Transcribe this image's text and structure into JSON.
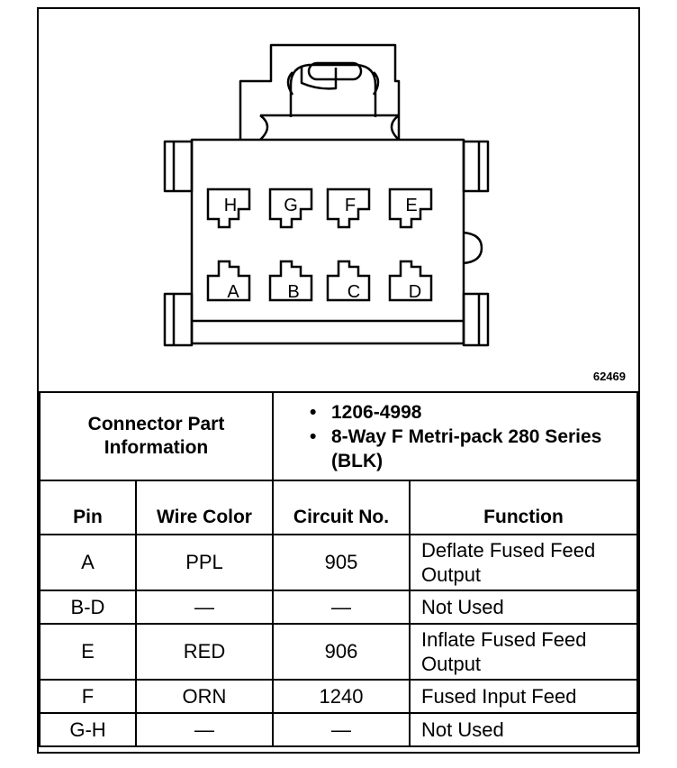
{
  "figure": {
    "figure_number": "62469",
    "pins_top_row": [
      "H",
      "G",
      "F",
      "E"
    ],
    "pins_bottom_row": [
      "A",
      "B",
      "C",
      "D"
    ]
  },
  "connector_info": {
    "label": "Connector Part Information",
    "items": [
      "1206-4998",
      "8-Way F Metri-pack 280 Series (BLK)"
    ]
  },
  "table": {
    "headers": {
      "pin": "Pin",
      "wire_color": "Wire Color",
      "circuit_no": "Circuit No.",
      "function": "Function"
    },
    "rows": [
      {
        "pin": "A",
        "wire_color": "PPL",
        "circuit": "905",
        "function": "Deflate Fused Feed Output"
      },
      {
        "pin": "B-D",
        "wire_color": "—",
        "circuit": "—",
        "function": "Not Used"
      },
      {
        "pin": "E",
        "wire_color": "RED",
        "circuit": "906",
        "function": "Inflate Fused Feed Output"
      },
      {
        "pin": "F",
        "wire_color": "ORN",
        "circuit": "1240",
        "function": "Fused Input Feed"
      },
      {
        "pin": "G-H",
        "wire_color": "—",
        "circuit": "—",
        "function": "Not Used"
      }
    ]
  }
}
